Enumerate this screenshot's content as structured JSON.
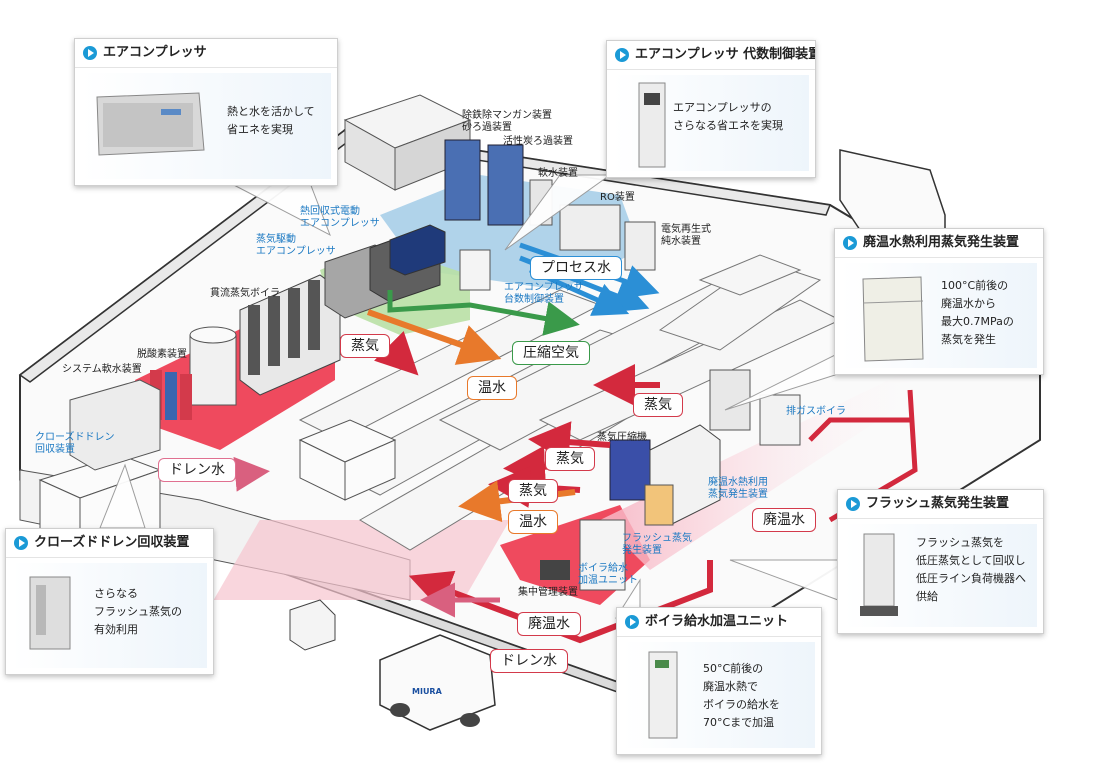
{
  "cards": {
    "air_compressor": {
      "title": "エアコンプレッサ",
      "desc": "熱と水を活かして\n省エネを実現"
    },
    "compressor_controller": {
      "title": "エアコンプレッサ 代数制御装置",
      "desc": "エアコンプレッサの\nさらなる省エネを実現"
    },
    "waste_heat_steam": {
      "title": "廃温水熱利用蒸気発生装置",
      "desc": "100°C前後の\n廃温水から\n最大0.7MPaの\n蒸気を発生"
    },
    "flash_steam": {
      "title": "フラッシュ蒸気発生装置",
      "desc": "フラッシュ蒸気を\n低圧蒸気として回収し\n低圧ライン負荷機器へ\n供給"
    },
    "closed_drain": {
      "title": "クローズドドレン回収装置",
      "desc": "さらなる\nフラッシュ蒸気の\n有効利用"
    },
    "boiler_feedwater": {
      "title": "ボイラ給水加温ユニット",
      "desc": "50°C前後の\n廃温水熱で\nボイラの給水を\n70°Cまで加温"
    }
  },
  "equipment_labels": {
    "iron_removal": "除鉄除マンガン装置\n砂ろ過装置",
    "activated_carbon": "活性炭ろ過装置",
    "softener": "軟水装置",
    "ro": "RO装置",
    "edi": "電気再生式\n純水装置",
    "heat_recovery_compressor": "熱回収式電動\nエアコンプレッサ",
    "steam_driven_compressor": "蒸気駆動\nエアコンプレッサ",
    "once_through_boiler": "貫流蒸気ボイラ",
    "deaerator": "脱酸素装置",
    "system_softener": "システム軟水装置",
    "closed_drain_unit": "クローズドドレン\n回収装置",
    "controller_unit": "エアコンプレッサ\n台数制御装置",
    "steam_compressor": "蒸気圧縮機",
    "exhaust_boiler": "排ガスボイラ",
    "waste_heat_unit": "廃温水熱利用\n蒸気発生装置",
    "flash_unit": "フラッシュ蒸気\n発生装置",
    "feedwater_unit": "ボイラ給水\n加温ユニット",
    "central_control": "集中管理装置"
  },
  "flow_tags": {
    "process_water": "プロセス水",
    "steam_1": "蒸気",
    "compressed_air": "圧縮空気",
    "hot_water_1": "温水",
    "steam_2": "蒸気",
    "drain_1": "ドレン水",
    "steam_3": "蒸気",
    "steam_4": "蒸気",
    "hot_water_2": "温水",
    "waste_hot_water_1": "廃温水",
    "waste_hot_water_2": "廃温水",
    "drain_2": "ドレン水"
  },
  "brand": "MIURA",
  "colors": {
    "steam": "#e8334a",
    "compressed_air": "#3a9a4a",
    "hot_water": "#e8792b",
    "process_water": "#2b8fd6",
    "waste_hot_water": "#e07090",
    "play_icon": "#1b9ad6"
  }
}
